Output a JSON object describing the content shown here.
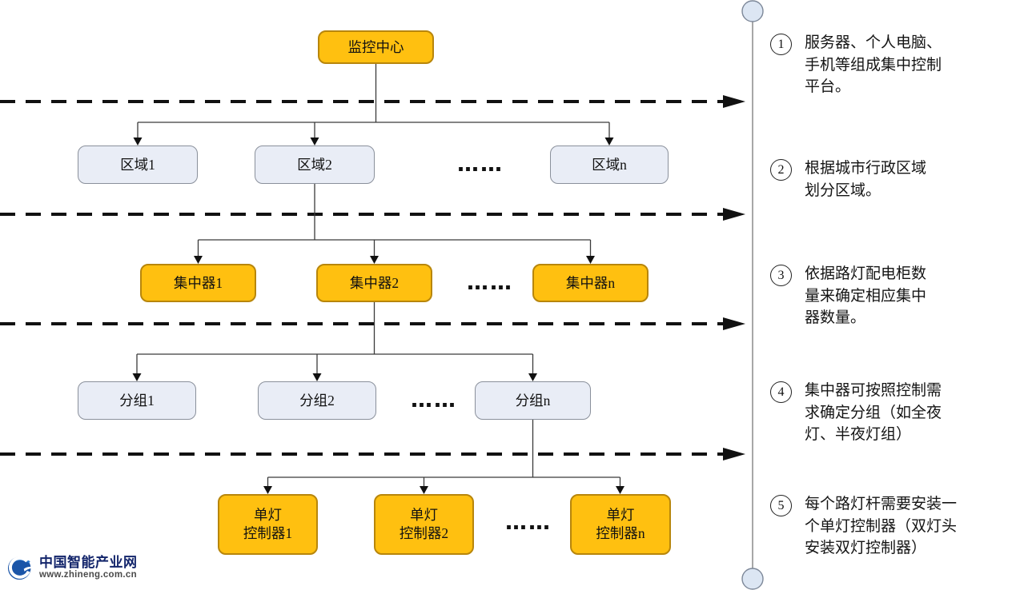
{
  "nodes": {
    "root": {
      "label": "监控中心"
    },
    "regions": [
      {
        "label": "区域1"
      },
      {
        "label": "区域2"
      },
      {
        "label": "区域n"
      }
    ],
    "concentrators": [
      {
        "label": "集中器1"
      },
      {
        "label": "集中器2"
      },
      {
        "label": "集中器n"
      }
    ],
    "groups": [
      {
        "label": "分组1"
      },
      {
        "label": "分组2"
      },
      {
        "label": "分组n"
      }
    ],
    "controllers": [
      {
        "line1": "单灯",
        "line2": "控制器1"
      },
      {
        "line1": "单灯",
        "line2": "控制器2"
      },
      {
        "line1": "单灯",
        "line2": "控制器n"
      }
    ],
    "ellipsis": "……"
  },
  "annotations": [
    {
      "num": "1",
      "text": "服务器、个人电脑、手机等组成集中控制平台。"
    },
    {
      "num": "2",
      "text": "根据城市行政区域划分区域。"
    },
    {
      "num": "3",
      "text": "依据路灯配电柜数量来确定相应集中器数量。"
    },
    {
      "num": "4",
      "text": "集中器可按照控制需求确定分组（如全夜灯、半夜灯组）"
    },
    {
      "num": "5",
      "text": "每个路灯杆需要安装一个单灯控制器（双灯头安装双灯控制器）"
    }
  ],
  "logo": {
    "title": "中国智能产业网",
    "url": "www.zhineng.com.cn"
  },
  "colors": {
    "node_orange": "#FFC010",
    "node_orange_border": "#B8860B",
    "node_light": "#E9EDF6",
    "node_light_border": "#8A909B",
    "connector": "#3a3a3a",
    "dashed_line": "#111111",
    "rail_circle_fill": "#DCE6F3",
    "logo_blue": "#1A55A8",
    "logo_text_navy": "#13256B"
  }
}
